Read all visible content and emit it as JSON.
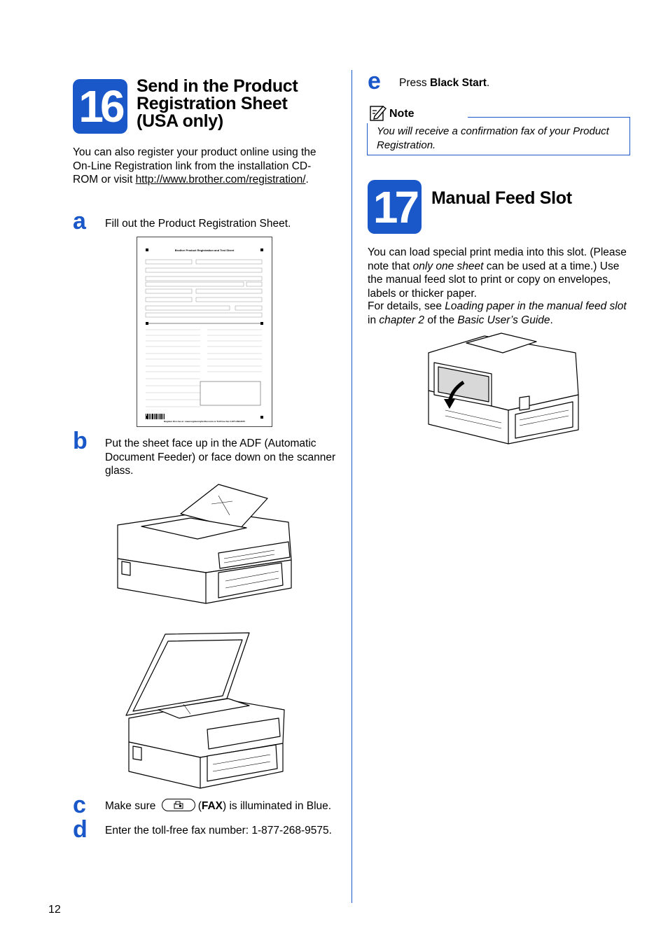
{
  "step16": {
    "number": "16",
    "title_lines": [
      "Send in the Product",
      "Registration Sheet",
      "(USA only)"
    ],
    "intro_prefix": "You can also register your product online using the On-Line Registration link from the installation CD-ROM or visit",
    "intro_link": "http://www.brother.com/registration/",
    "intro_suffix": ".",
    "a_letter": "a",
    "a_text": "Fill out the Product Registration Sheet.",
    "form_title": "Brother Product Registration and Test Sheet",
    "form_footer": "Register On-Line at : www.registermybrother.com  or  Toll Free Fax 1-877-268-9575",
    "b_letter": "b",
    "b_text": "Put the sheet face up in the ADF (Automatic Document Feeder) or face down on the scanner glass.",
    "c_letter": "c",
    "c_prefix": "Make sure",
    "c_bold": "FAX",
    "c_suffix": ") is illuminated in Blue.",
    "c_paren_open": "(",
    "d_letter": "d",
    "d_text": "Enter the toll-free fax number: 1-877-268-9575."
  },
  "step_e": {
    "letter": "e",
    "prefix": "Press ",
    "bold": "Black Start",
    "suffix": "."
  },
  "note": {
    "label": "Note",
    "text": "You will receive a confirmation fax of your Product Registration."
  },
  "step17": {
    "number": "17",
    "title": "Manual Feed Slot",
    "p1_a": "You can load special print media into this slot. (Please note that ",
    "p1_italic": "only one sheet",
    "p1_b": " can be used at a time.) Use the manual feed slot to print or copy on envelopes, labels or thicker paper.",
    "p2_a": "For details, see ",
    "p2_italic1": "Loading paper in the manual feed slot",
    "p2_b": " in ",
    "p2_italic2": "chapter 2",
    "p2_c": " of the ",
    "p2_italic3": "Basic User’s Guide",
    "p2_d": "."
  },
  "page_number": "12",
  "colors": {
    "accent": "#1a57c8"
  }
}
